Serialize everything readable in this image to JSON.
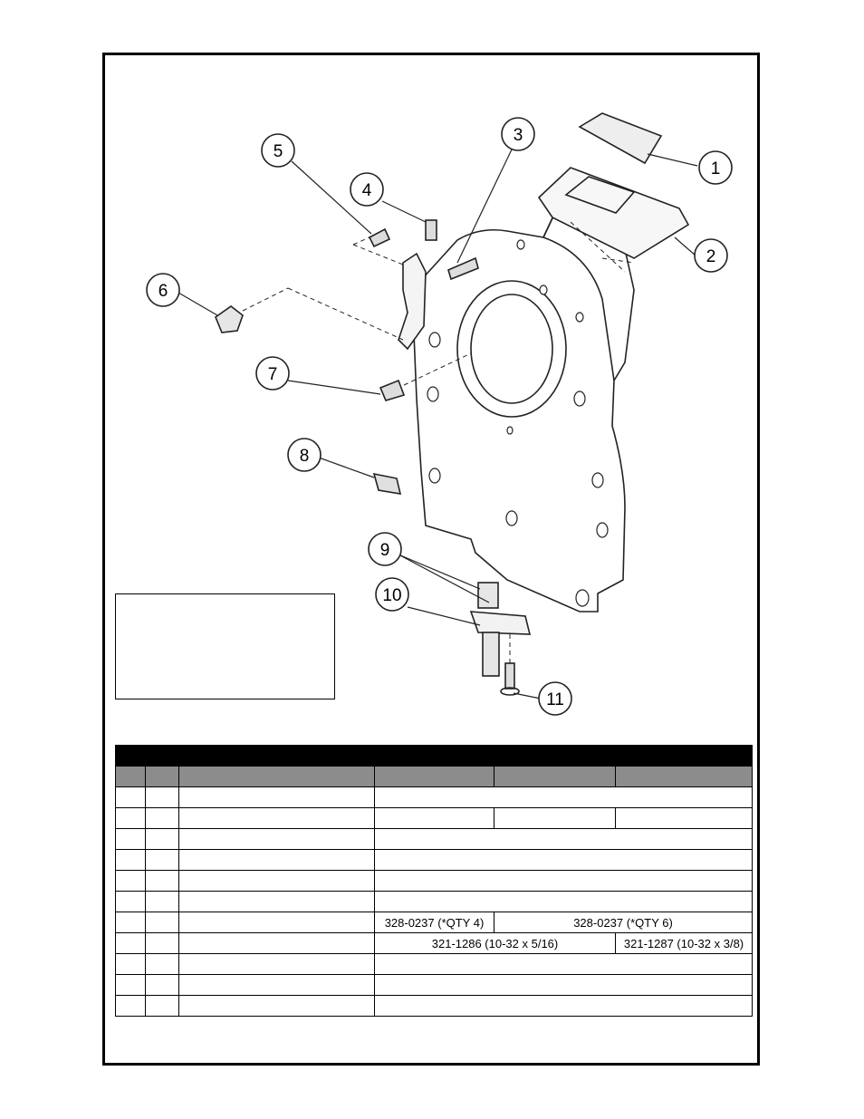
{
  "callouts": [
    "1",
    "2",
    "3",
    "4",
    "5",
    "6",
    "7",
    "8",
    "9",
    "10",
    "11"
  ],
  "table": {
    "rows": [
      {
        "cells": [
          {
            "text": "",
            "span": 1
          },
          {
            "text": "",
            "span": 1
          },
          {
            "text": "",
            "span": 1
          },
          {
            "text": "",
            "span": 3
          }
        ]
      },
      {
        "cells": [
          {
            "text": "",
            "span": 1
          },
          {
            "text": "",
            "span": 1
          },
          {
            "text": "",
            "span": 1
          },
          {
            "text": "",
            "span": 1
          },
          {
            "text": "",
            "span": 1
          },
          {
            "text": "",
            "span": 1
          }
        ]
      },
      {
        "cells": [
          {
            "text": "",
            "span": 1
          },
          {
            "text": "",
            "span": 1
          },
          {
            "text": "",
            "span": 1
          },
          {
            "text": "",
            "span": 3
          }
        ]
      },
      {
        "cells": [
          {
            "text": "",
            "span": 1
          },
          {
            "text": "",
            "span": 1
          },
          {
            "text": "",
            "span": 1
          },
          {
            "text": "",
            "span": 3
          }
        ]
      },
      {
        "cells": [
          {
            "text": "",
            "span": 1
          },
          {
            "text": "",
            "span": 1
          },
          {
            "text": "",
            "span": 1
          },
          {
            "text": "",
            "span": 3
          }
        ]
      },
      {
        "cells": [
          {
            "text": "",
            "span": 1
          },
          {
            "text": "",
            "span": 1
          },
          {
            "text": "",
            "span": 1
          },
          {
            "text": "",
            "span": 3
          }
        ]
      },
      {
        "cells": [
          {
            "text": "",
            "span": 1
          },
          {
            "text": "",
            "span": 1
          },
          {
            "text": "",
            "span": 1
          },
          {
            "text": "328-0237 (*QTY 4)",
            "span": 1
          },
          {
            "text": "328-0237 (*QTY 6)",
            "span": 2
          }
        ]
      },
      {
        "cells": [
          {
            "text": "",
            "span": 1
          },
          {
            "text": "",
            "span": 1
          },
          {
            "text": "",
            "span": 1
          },
          {
            "text": "321-1286 (10-32 x 5/16)",
            "span": 2
          },
          {
            "text": "321-1287 (10-32 x 3/8)",
            "span": 1
          }
        ]
      },
      {
        "cells": [
          {
            "text": "",
            "span": 1
          },
          {
            "text": "",
            "span": 1
          },
          {
            "text": "",
            "span": 1
          },
          {
            "text": "",
            "span": 3
          }
        ]
      },
      {
        "cells": [
          {
            "text": "",
            "span": 1
          },
          {
            "text": "",
            "span": 1
          },
          {
            "text": "",
            "span": 1
          },
          {
            "text": "",
            "span": 3
          }
        ]
      },
      {
        "cells": [
          {
            "text": "",
            "span": 1
          },
          {
            "text": "",
            "span": 1
          },
          {
            "text": "",
            "span": 1
          },
          {
            "text": "",
            "span": 3
          }
        ]
      }
    ]
  }
}
